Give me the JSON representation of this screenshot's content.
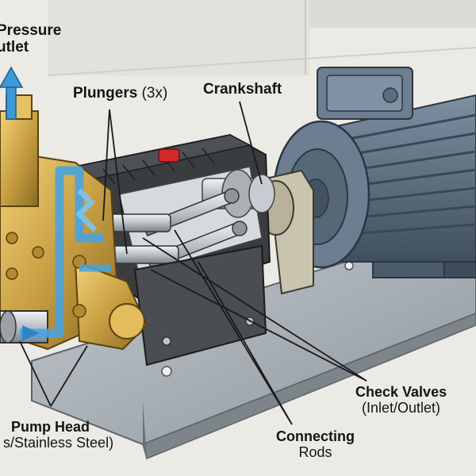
{
  "labels": {
    "pressure_outlet": {
      "line1": "Pressure",
      "line2": "utlet"
    },
    "plungers": {
      "title": "Plungers",
      "note": "(3x)"
    },
    "crankshaft": {
      "title": "Crankshaft"
    },
    "pump_head": {
      "title": "Pump Head",
      "note": "s/Stainless Steel)"
    },
    "connecting_rods": {
      "line1": "Connecting",
      "line2": "Rods"
    },
    "check_valves": {
      "title": "Check Valves",
      "note": "(Inlet/Outlet)"
    }
  },
  "colors": {
    "brass": "#c9a043",
    "motor": "#5b6e80",
    "crankcase": "#3a3d40",
    "water": "#4aa3df",
    "base_plate": "#a8b0b6",
    "cap": "#d22a2a"
  }
}
